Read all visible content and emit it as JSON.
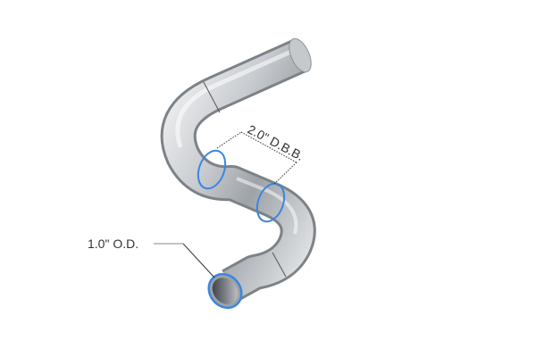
{
  "diagram": {
    "subject": "S-shaped mandrel bent tube with two bends",
    "labels": {
      "outer_diameter": "1.0\" O.D.",
      "distance_between_bends": "2.0\" D.B.B."
    },
    "colors": {
      "background": "#ffffff",
      "tube_light": "#e6e8ea",
      "tube_mid": "#b4b8bc",
      "tube_dark": "#6e7378",
      "highlight_ring": "#3a86e0",
      "leader_line": "#333333"
    }
  }
}
